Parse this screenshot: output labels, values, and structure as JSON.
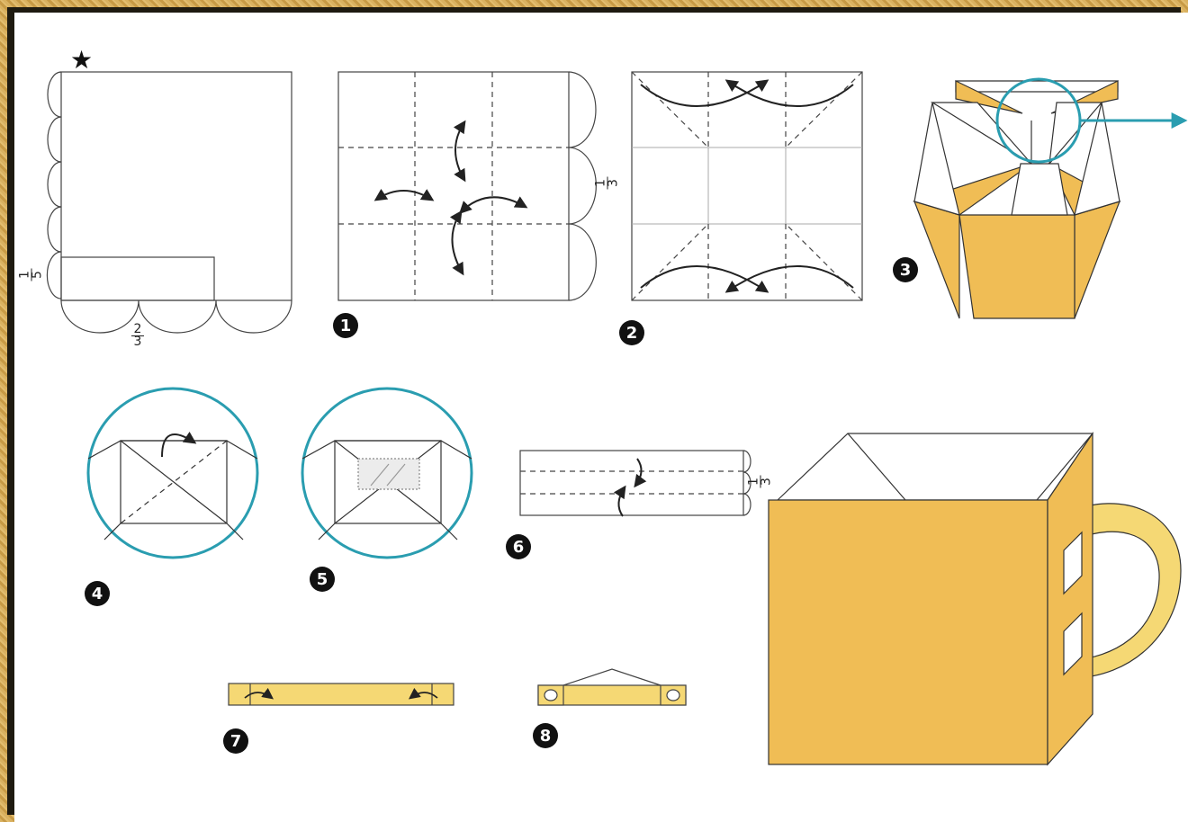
{
  "diagram": {
    "star_label": "★",
    "fractions": {
      "fifth": {
        "num": "1",
        "den": "5"
      },
      "two_thirds": {
        "num": "2",
        "den": "3"
      },
      "third_a": {
        "num": "1",
        "den": "3"
      },
      "third_b": {
        "num": "1",
        "den": "3"
      }
    },
    "steps": [
      "1",
      "2",
      "3",
      "4",
      "5",
      "6",
      "7",
      "8"
    ],
    "colors": {
      "paper": "#f0bd55",
      "paper_light": "#f5d874",
      "line": "#333333",
      "circle": "#2a9db0",
      "arrow": "#222222"
    }
  }
}
